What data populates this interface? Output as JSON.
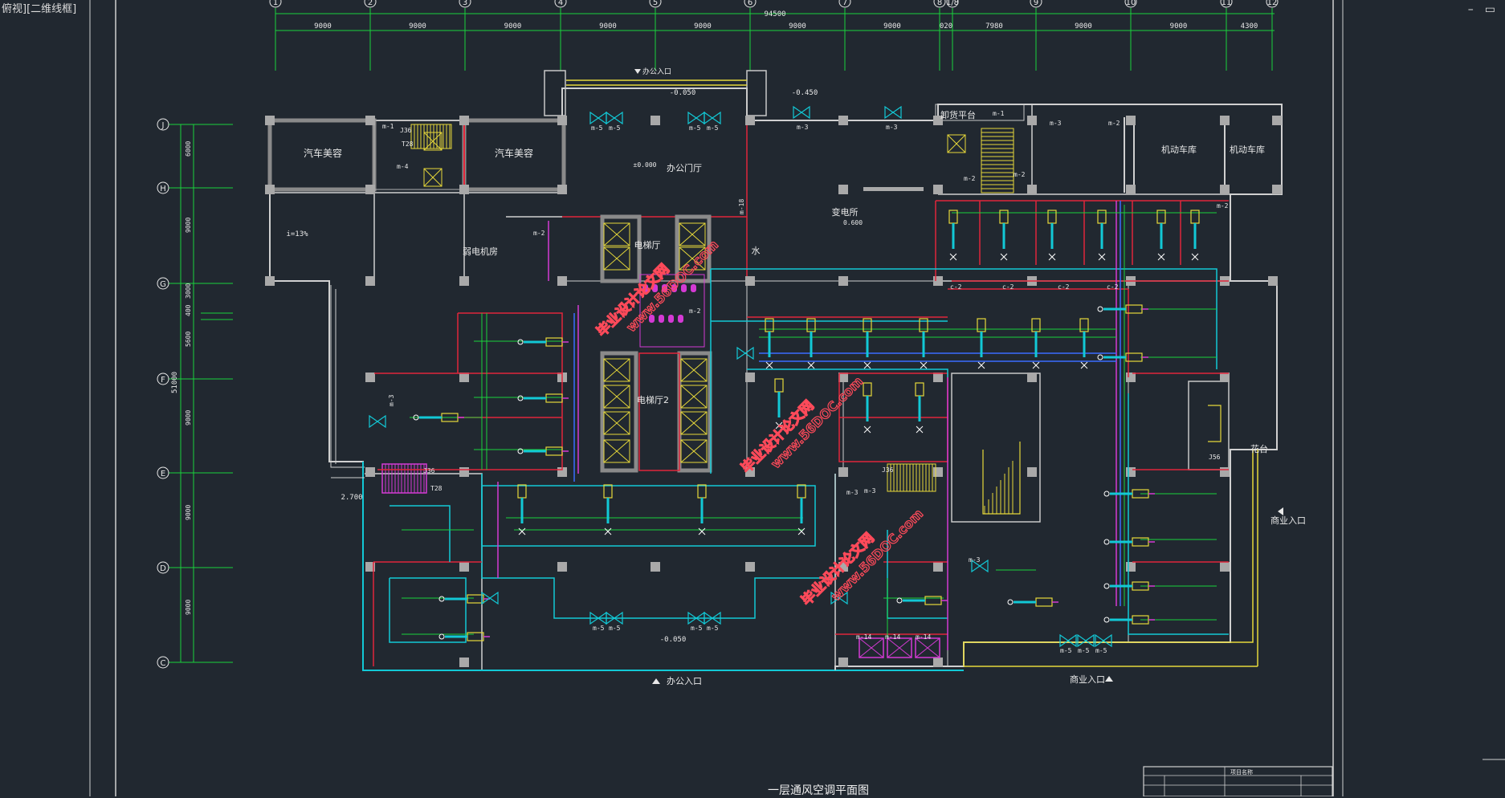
{
  "viewport_label": "俯视][二维线框]",
  "window_controls": {
    "minimize": "–",
    "restore": "▭"
  },
  "grid_columns": [
    "1",
    "2",
    "3",
    "4",
    "5",
    "6",
    "7",
    "8",
    "1/8",
    "9",
    "10",
    "11",
    "12"
  ],
  "grid_rows": [
    "J",
    "H",
    "G",
    "F",
    "E",
    "D",
    "C"
  ],
  "overall_dimension": "94500",
  "column_dimensions": [
    "9000",
    "9000",
    "9000",
    "9000",
    "9000",
    "9000",
    "9000",
    "020",
    "7980",
    "9000",
    "9000",
    "4300"
  ],
  "row_dimensions": [
    "6000",
    "9000",
    "3000",
    "400",
    "5600",
    "9000",
    "9000",
    "9000"
  ],
  "row_total": "51000",
  "rooms": {
    "car_beauty_1": "汽车美容",
    "car_beauty_2": "汽车美容",
    "office_lobby": "办公门厅",
    "substation": "变电所",
    "weak_current_room": "弱电机房",
    "elevator_hall_1": "电梯厅",
    "elevator_hall_2": "电梯厅2",
    "water": "水",
    "loading_platform": "卸货平台",
    "motor_garage_1": "机动车库",
    "motor_garage_2": "机动车库",
    "flower_bed": "花台"
  },
  "entrances": {
    "top_entrance": "办公入口",
    "office_entrance": "办公入口",
    "commercial_entrance_right": "商业入口",
    "commercial_entrance_bottom": "商业入口"
  },
  "levels": {
    "level_a": "-0.050",
    "level_b": "-0.450",
    "level_c": "±0.000",
    "level_d": "0.600",
    "level_e": "-0.050",
    "level_f": "2.700",
    "slope": "i=13%"
  },
  "equipment_tags": {
    "m1": "m-1",
    "m2": "m-2",
    "m3": "m-3",
    "m4": "m-4",
    "m5": "m-5",
    "m14": "m-14",
    "m18": "m-18",
    "c2": "c-2",
    "j36": "J36",
    "j56": "J56",
    "t28": "T28"
  },
  "watermark": {
    "line1": "毕业设计论文网",
    "line2": "www.56DOC.com"
  },
  "drawing_title": "一层通风空调平面图",
  "title_block_text": "项目名称"
}
